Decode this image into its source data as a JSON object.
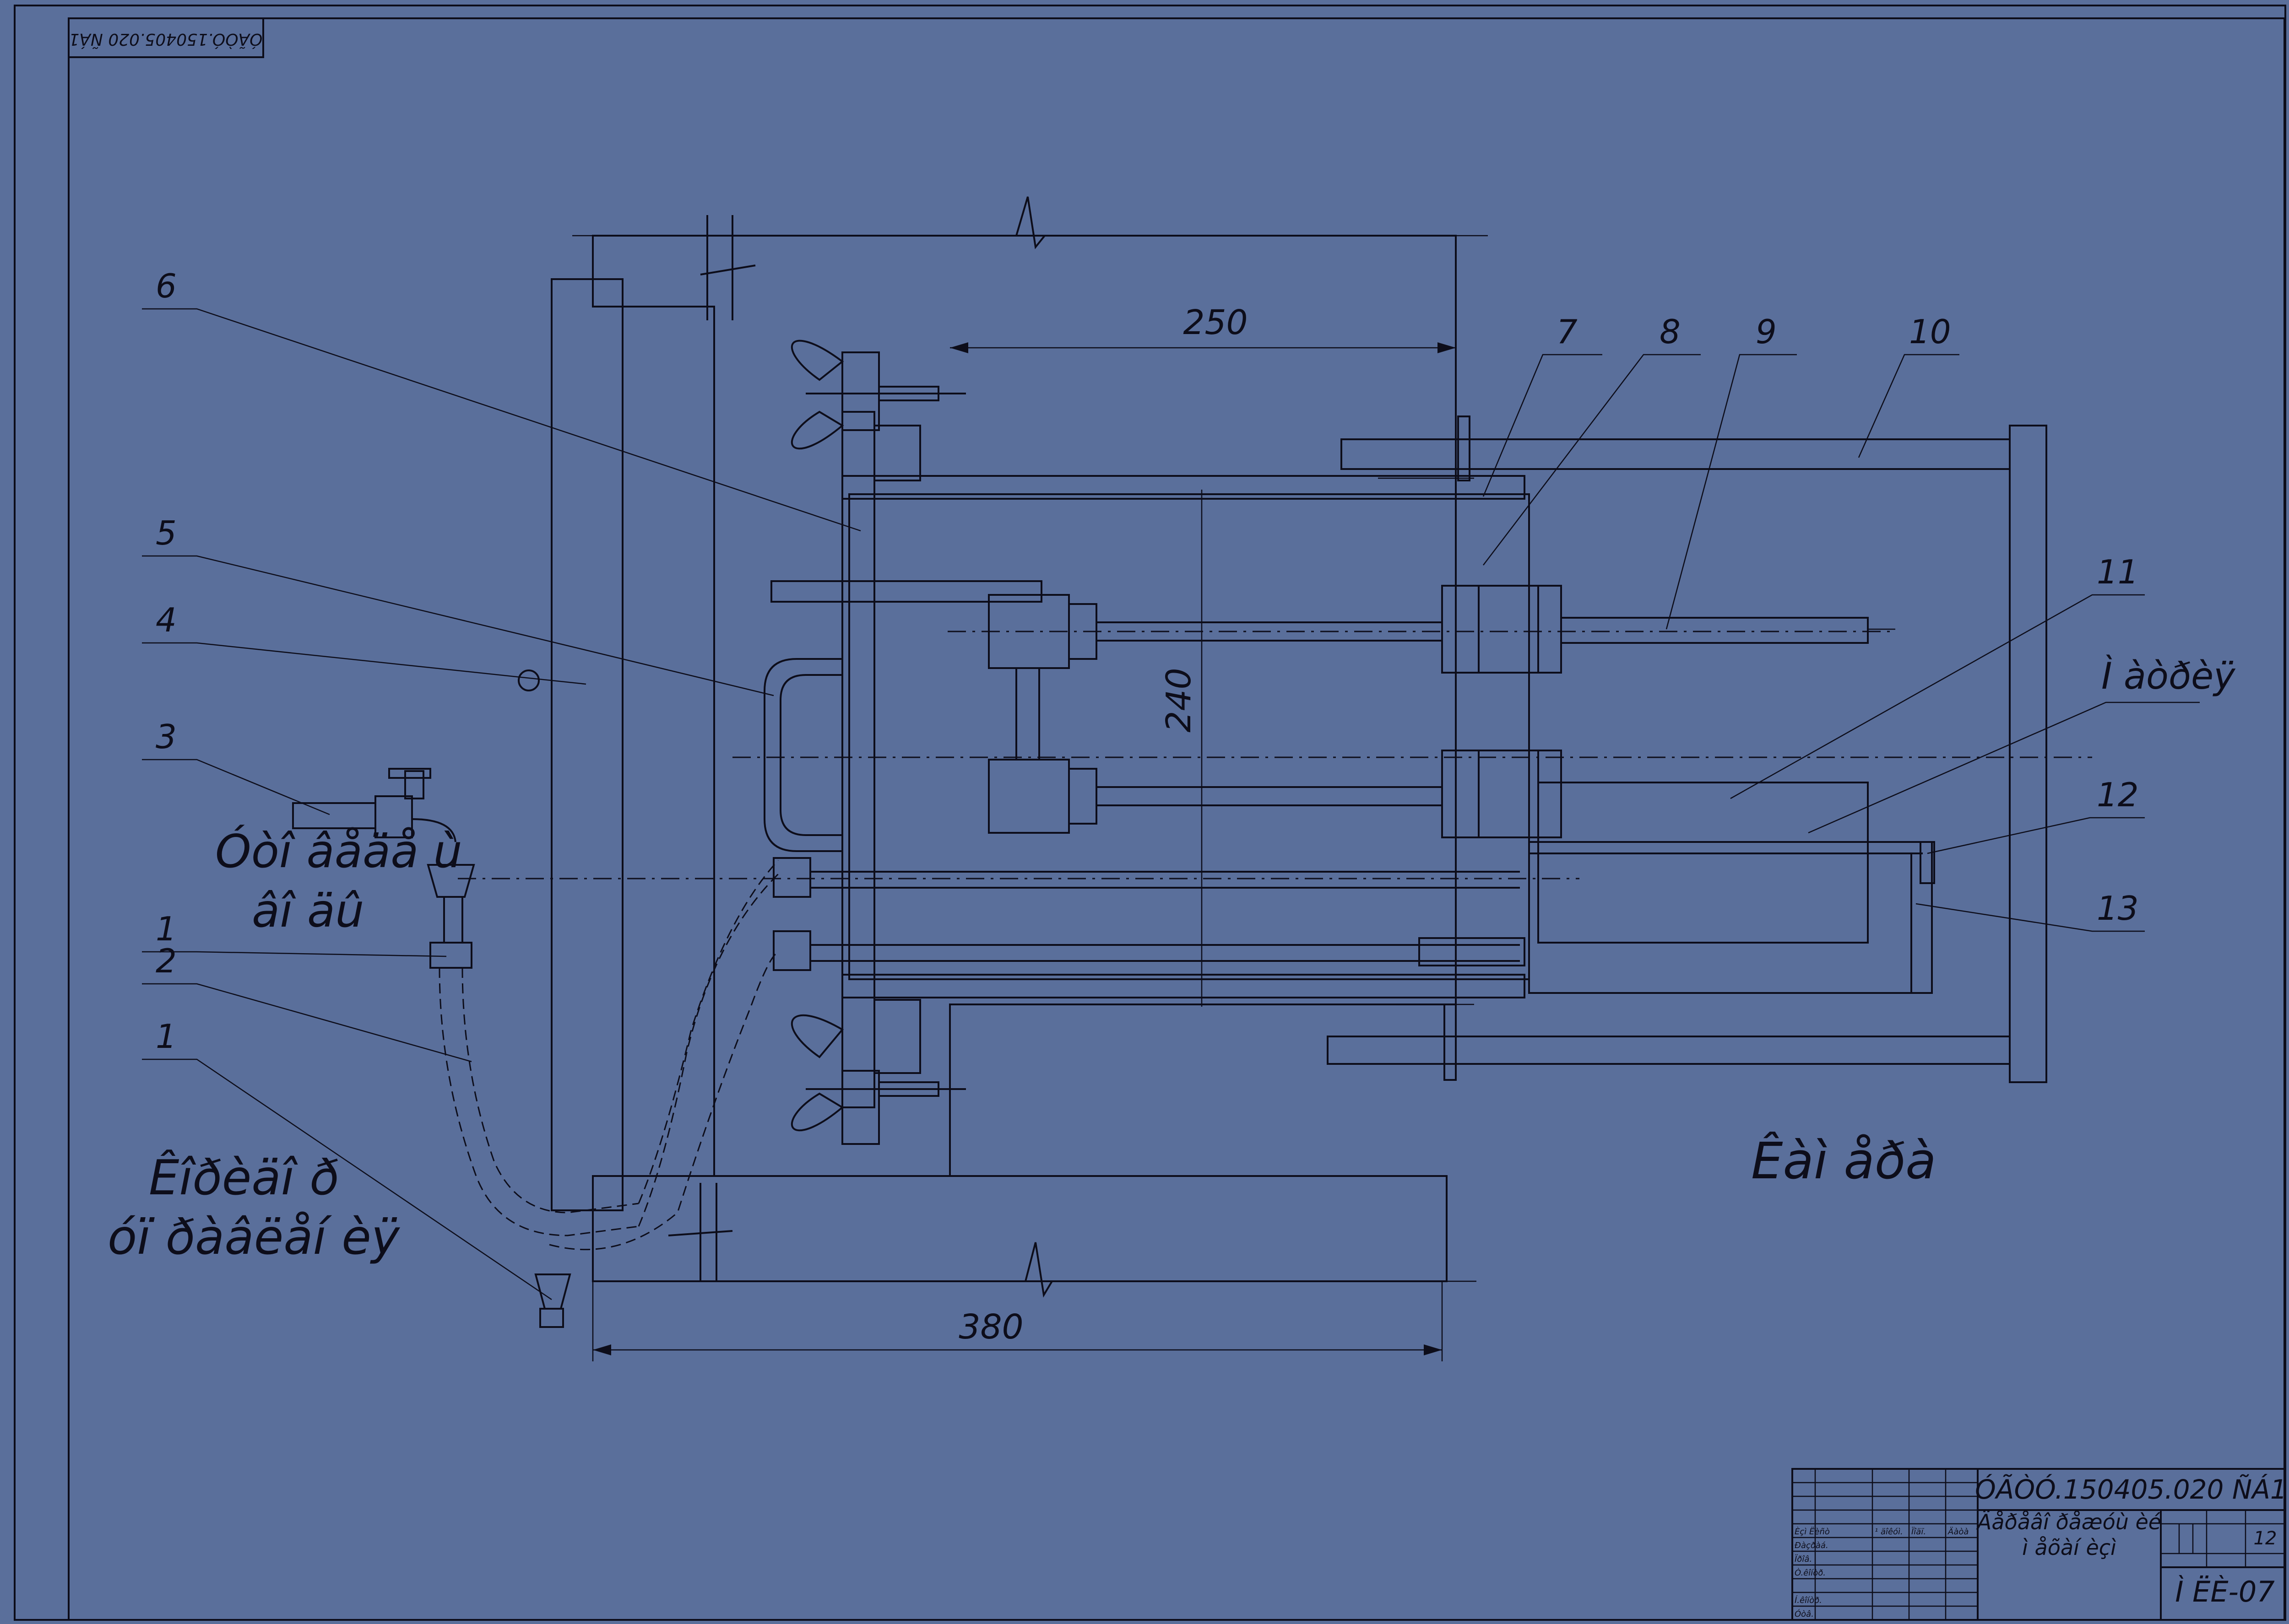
{
  "drawing": {
    "corner_stamp": "ÓÃÒÓ.150405.020 ÑÁ1",
    "dimensions": {
      "d250": "250",
      "d380": "380",
      "d240": "240"
    },
    "callouts": [
      "6",
      "5",
      "4",
      "3",
      "1",
      "2",
      "1",
      "7",
      "8",
      "9",
      "10",
      "11",
      "12",
      "13"
    ],
    "labels": {
      "water_supply_line1": "Óòî âåäå ù",
      "water_supply_line2": "âî äû",
      "control_line1": "Êîðèäî ð",
      "control_line2": "óï ðàâëåí èÿ",
      "chamber": "Êàì åðà",
      "matrix": "Ì àòðèÿ"
    }
  },
  "title_block": {
    "designation": "ÓÃÒÓ.150405.020 ÑÁ1",
    "name_line1": "Äåðåâî ðåæóù èé",
    "name_line2": "ì åõàí èçì",
    "sheet_no": "12",
    "group": "Ì ËÈ-07",
    "left_cells": [
      "Èçì Ëèñò",
      "¹ äîêóì.",
      "Ïîäï.",
      "Äàòà",
      "Ðàçðàá.",
      "Ïðîâ.",
      "Ò.êîíòð.",
      "Í.êîíòð.",
      "Óòâ."
    ]
  },
  "colors": {
    "background": "#5a6f9b",
    "ink": "#0d0d1a"
  }
}
